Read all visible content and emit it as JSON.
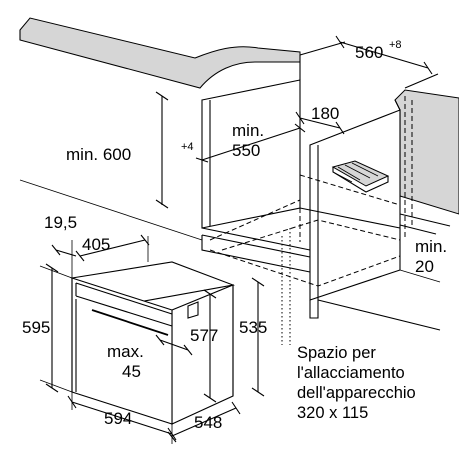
{
  "dimensions": {
    "worktop_depth": "560",
    "worktop_depth_tol": "+8",
    "niche_height": "min. 600",
    "niche_height_tol": "+4",
    "niche_depth_label": "min.",
    "niche_depth_value": "550",
    "gap": "180",
    "side_clearance_label": "min.",
    "side_clearance_value": "20",
    "panel": "19,5",
    "top_depth": "405",
    "oven_height": "595",
    "inner_height": "535",
    "front_height": "577",
    "handle_label": "max.",
    "handle_value": "45",
    "oven_width": "594",
    "oven_depth": "548"
  },
  "note": {
    "line1": "Spazio per",
    "line2": "l'allacciamento",
    "line3": "dell'apparecchio",
    "line4": "320 x 115"
  }
}
